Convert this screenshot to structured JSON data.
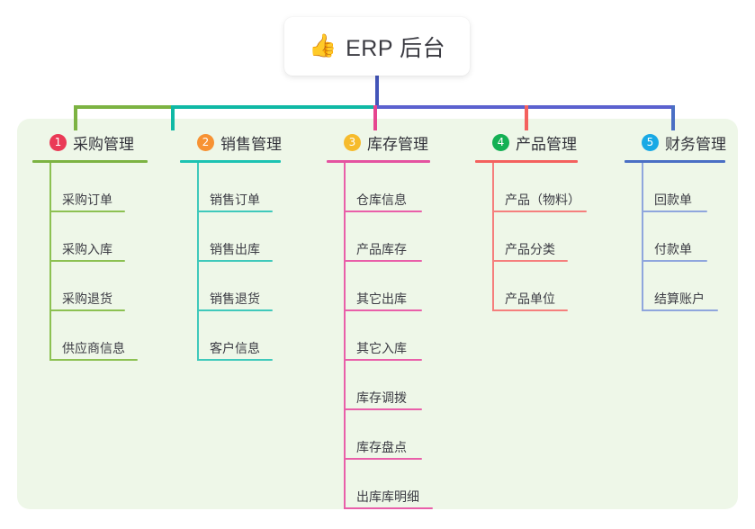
{
  "page": {
    "background": "#ffffff",
    "panel_background": "#eef7e8"
  },
  "root": {
    "icon": "thumbs-up-icon",
    "icon_glyph": "👍",
    "title": "ERP 后台"
  },
  "connectors": {
    "trunk_color": "#4355b9",
    "segment_green": "#7cb342",
    "segment_teal": "#0fb9a5",
    "segment_purple": "#5b61cf",
    "drop_green": "#7cb342",
    "drop_teal": "#0fb9a5",
    "drop_pink": "#e6458f",
    "drop_red": "#f4615e",
    "drop_blue": "#4a6fc4"
  },
  "columns": [
    {
      "number": "1",
      "title": "采购管理",
      "badge_color": "#ea3a56",
      "rule_color": "#7cb342",
      "line_color": "#8cc152",
      "items": [
        {
          "label": "采购订单"
        },
        {
          "label": "采购入库"
        },
        {
          "label": "采购退货"
        },
        {
          "label": "供应商信息"
        }
      ]
    },
    {
      "number": "2",
      "title": "销售管理",
      "badge_color": "#f79233",
      "rule_color": "#1cc3b2",
      "line_color": "#3fc9bb",
      "items": [
        {
          "label": "销售订单"
        },
        {
          "label": "销售出库"
        },
        {
          "label": "销售退货"
        },
        {
          "label": "客户信息"
        }
      ]
    },
    {
      "number": "3",
      "title": "库存管理",
      "badge_color": "#f6bb2c",
      "rule_color": "#e453a0",
      "line_color": "#e95fa9",
      "items": [
        {
          "label": "仓库信息"
        },
        {
          "label": "产品库存"
        },
        {
          "label": "其它出库"
        },
        {
          "label": "其它入库"
        },
        {
          "label": "库存调拨"
        },
        {
          "label": "库存盘点"
        },
        {
          "label": "出库库明细"
        }
      ]
    },
    {
      "number": "4",
      "title": "产品管理",
      "badge_color": "#14b054",
      "rule_color": "#f4615e",
      "line_color": "#f57f7d",
      "items": [
        {
          "label": "产品（物料）"
        },
        {
          "label": "产品分类"
        },
        {
          "label": "产品单位"
        }
      ]
    },
    {
      "number": "5",
      "title": "财务管理",
      "badge_color": "#19a9e5",
      "rule_color": "#4a6fc4",
      "line_color": "#8fa6dd",
      "items": [
        {
          "label": "回款单"
        },
        {
          "label": "付款单"
        },
        {
          "label": "结算账户"
        }
      ]
    }
  ]
}
